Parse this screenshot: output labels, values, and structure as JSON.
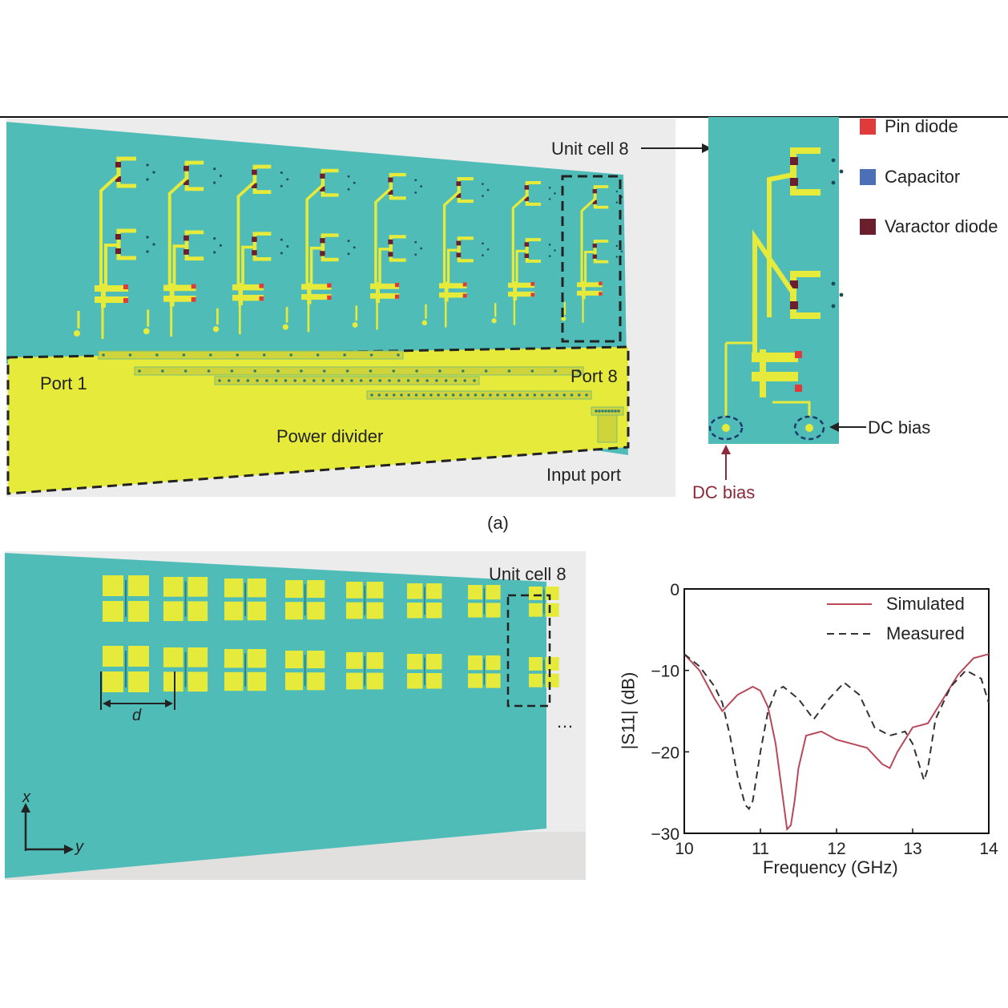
{
  "panel_a": {
    "caption": "(a)",
    "labels": {
      "port1": "Port 1",
      "port8": "Port 8",
      "power_divider": "Power divider",
      "input_port": "Input port",
      "unit_cell": "Unit cell 8",
      "dc_bias_right": "DC bias",
      "dc_bias_bottom": "DC bias"
    },
    "legend": [
      {
        "label": "Pin diode",
        "color": "#e03a3a"
      },
      {
        "label": "Capacitor",
        "color": "#4d6fb8"
      },
      {
        "label": "Varactor diode",
        "color": "#6b1e2c"
      }
    ],
    "colors": {
      "substrate": "#4fbcb8",
      "copper": "#e6ea3a"
    }
  },
  "panel_b": {
    "unit_cell": "Unit cell 8",
    "spacing": "d",
    "axis_x": "x",
    "axis_y": "y",
    "ellipsis": "…"
  },
  "chart_data": {
    "type": "line",
    "xlabel": "Frequency (GHz)",
    "ylabel": "|S11| (dB)",
    "xlim": [
      10,
      14
    ],
    "ylim": [
      -30,
      0
    ],
    "xticks": [
      10,
      11,
      12,
      13,
      14
    ],
    "yticks": [
      0,
      -10,
      -20,
      -30
    ],
    "legend_position": "top-right",
    "series": [
      {
        "name": "Simulated",
        "style": "solid",
        "color": "#b8485a",
        "x": [
          10,
          10.2,
          10.4,
          10.5,
          10.7,
          10.9,
          11.0,
          11.1,
          11.2,
          11.3,
          11.35,
          11.4,
          11.45,
          11.5,
          11.6,
          11.8,
          12.0,
          12.2,
          12.4,
          12.6,
          12.7,
          12.8,
          13.0,
          13.2,
          13.4,
          13.6,
          13.8,
          14
        ],
        "y": [
          -8,
          -10,
          -13.5,
          -15,
          -13,
          -12,
          -12.5,
          -14.5,
          -19,
          -26,
          -29.5,
          -29,
          -26,
          -22,
          -18,
          -17.5,
          -18.5,
          -19,
          -19.5,
          -21.5,
          -22,
          -20,
          -17,
          -16.5,
          -13.5,
          -10.5,
          -8.5,
          -8
        ]
      },
      {
        "name": "Measured",
        "style": "dashed",
        "color": "#333333",
        "x": [
          10,
          10.2,
          10.4,
          10.5,
          10.6,
          10.7,
          10.8,
          10.85,
          10.9,
          11.0,
          11.1,
          11.2,
          11.3,
          11.5,
          11.7,
          11.9,
          12.1,
          12.3,
          12.5,
          12.7,
          12.9,
          13.0,
          13.1,
          13.15,
          13.2,
          13.3,
          13.5,
          13.7,
          13.9,
          14
        ],
        "y": [
          -8,
          -9.5,
          -12,
          -14,
          -18,
          -23,
          -26.5,
          -27,
          -26,
          -20,
          -15,
          -12.5,
          -12,
          -13.5,
          -16,
          -13.5,
          -11.5,
          -13,
          -17,
          -18,
          -17.5,
          -19,
          -22,
          -23.5,
          -22,
          -16,
          -12,
          -10,
          -11,
          -14
        ]
      }
    ]
  }
}
